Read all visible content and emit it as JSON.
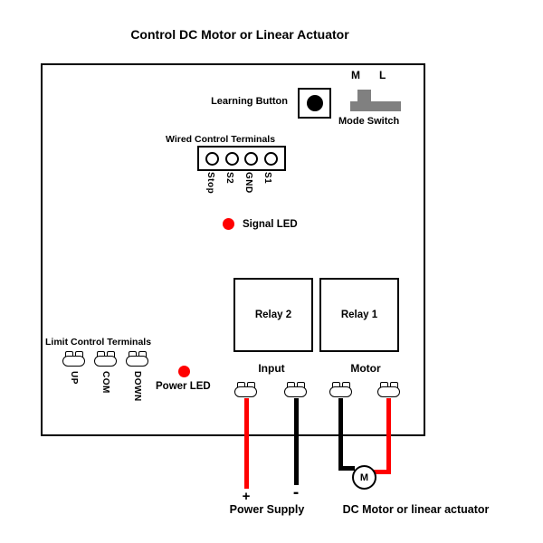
{
  "title": "Control DC Motor or Linear Actuator",
  "board": {
    "learning_button": {
      "label": "Learning Button"
    },
    "mode_switch": {
      "left_pos": "M",
      "right_pos": "L",
      "label": "Mode Switch"
    },
    "wired_terminals": {
      "label": "Wired Control Terminals",
      "pins": [
        "Stop",
        "S2",
        "GND",
        "S1"
      ]
    },
    "signal_led": {
      "label": "Signal LED"
    },
    "relays": [
      {
        "label": "Relay 2"
      },
      {
        "label": "Relay 1"
      }
    ],
    "limit_terminals": {
      "label": "Limit Control Terminals",
      "pins": [
        "UP",
        "COM",
        "DOWN"
      ]
    },
    "power_led": {
      "label": "Power LED"
    },
    "input_terminals": {
      "label": "Input"
    },
    "motor_terminals": {
      "label": "Motor"
    }
  },
  "external": {
    "power_supply": {
      "plus": "+",
      "minus": "-",
      "label": "Power Supply"
    },
    "motor": {
      "symbol": "M",
      "label": "DC Motor or linear actuator"
    }
  },
  "colors": {
    "led": "#ff0000",
    "wire_positive": "#ff0000",
    "wire_negative": "#000000",
    "motor_wire_a": "#000000",
    "motor_wire_b": "#ff0000",
    "switch_gray": "#808080",
    "button_dot": "#000000"
  }
}
